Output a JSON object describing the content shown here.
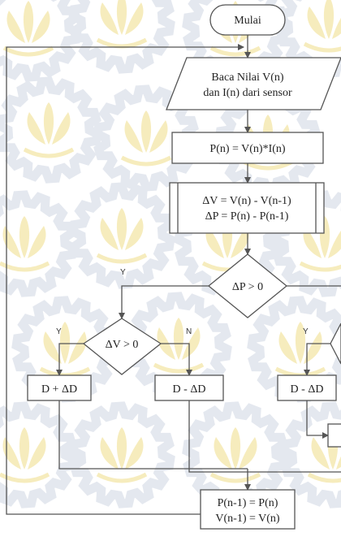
{
  "colors": {
    "line": "#555555",
    "shape_fill": "#ffffff",
    "watermark_gear": "#e2e6ee",
    "watermark_flower": "#f6eab6"
  },
  "watermark": {
    "icon": "its-gear-lotus-emblem"
  },
  "nodes": {
    "start": "Mulai",
    "read_line1": "Baca Nilai V(n)",
    "read_line2": "dan I(n) dari sensor",
    "power": "P(n) = V(n)*I(n)",
    "delta_line1": "ΔV = V(n) - V(n-1)",
    "delta_line2": "ΔP = P(n) - P(n-1)",
    "decision_dp": "ΔP > 0",
    "decision_dv": "ΔV > 0",
    "d_plus": "D + ΔD",
    "d_minus_left": "D - ΔD",
    "d_minus_right": "D - ΔD",
    "update_line1": "P(n-1) = P(n)",
    "update_line2": "V(n-1) = V(n)"
  },
  "labels": {
    "dp_yes": "Y",
    "dv_yes": "Y",
    "dv_no": "N",
    "right_yes": "Y"
  }
}
